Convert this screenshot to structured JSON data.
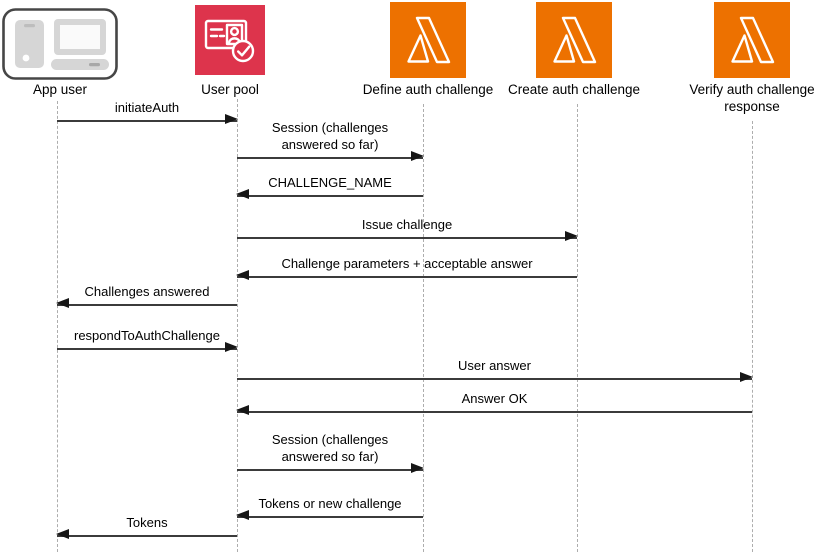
{
  "diagram": {
    "type": "sequence-diagram",
    "actors": [
      {
        "id": "app-user",
        "label": "App user",
        "icon": "devices-icon"
      },
      {
        "id": "user-pool",
        "label": "User pool",
        "icon": "cognito-user-pool-icon"
      },
      {
        "id": "define-auth-challenge",
        "label": "Define auth challenge",
        "icon": "lambda-icon"
      },
      {
        "id": "create-auth-challenge",
        "label": "Create auth challenge",
        "icon": "lambda-icon"
      },
      {
        "id": "verify-auth-challenge-response",
        "label": "Verify auth challenge response",
        "icon": "lambda-icon"
      }
    ],
    "messages": [
      {
        "from": "app-user",
        "to": "user-pool",
        "direction": "right",
        "label": "initiateAuth"
      },
      {
        "from": "user-pool",
        "to": "define-auth-challenge",
        "direction": "right",
        "label": "Session (challenges\nanswered so far)"
      },
      {
        "from": "define-auth-challenge",
        "to": "user-pool",
        "direction": "left",
        "label": "CHALLENGE_NAME"
      },
      {
        "from": "user-pool",
        "to": "create-auth-challenge",
        "direction": "right",
        "label": "Issue challenge"
      },
      {
        "from": "create-auth-challenge",
        "to": "user-pool",
        "direction": "left",
        "label": "Challenge parameters + acceptable answer"
      },
      {
        "from": "user-pool",
        "to": "app-user",
        "direction": "left",
        "label": "Challenges answered"
      },
      {
        "from": "app-user",
        "to": "user-pool",
        "direction": "right",
        "label": "respondToAuthChallenge"
      },
      {
        "from": "user-pool",
        "to": "verify-auth-challenge-response",
        "direction": "right",
        "label": "User answer"
      },
      {
        "from": "verify-auth-challenge-response",
        "to": "user-pool",
        "direction": "left",
        "label": "Answer OK"
      },
      {
        "from": "user-pool",
        "to": "define-auth-challenge",
        "direction": "right",
        "label": "Session (challenges\nanswered so far)"
      },
      {
        "from": "define-auth-challenge",
        "to": "user-pool",
        "direction": "left",
        "label": "Tokens or new challenge"
      },
      {
        "from": "user-pool",
        "to": "app-user",
        "direction": "left",
        "label": "Tokens"
      }
    ],
    "colors": {
      "lambda_orange": "#ED7100",
      "user_pool_red": "#DD344C",
      "device_gray": "#D6D6D6",
      "arrow": "#3B3B3B",
      "lifeline": "#ADADAD"
    }
  }
}
